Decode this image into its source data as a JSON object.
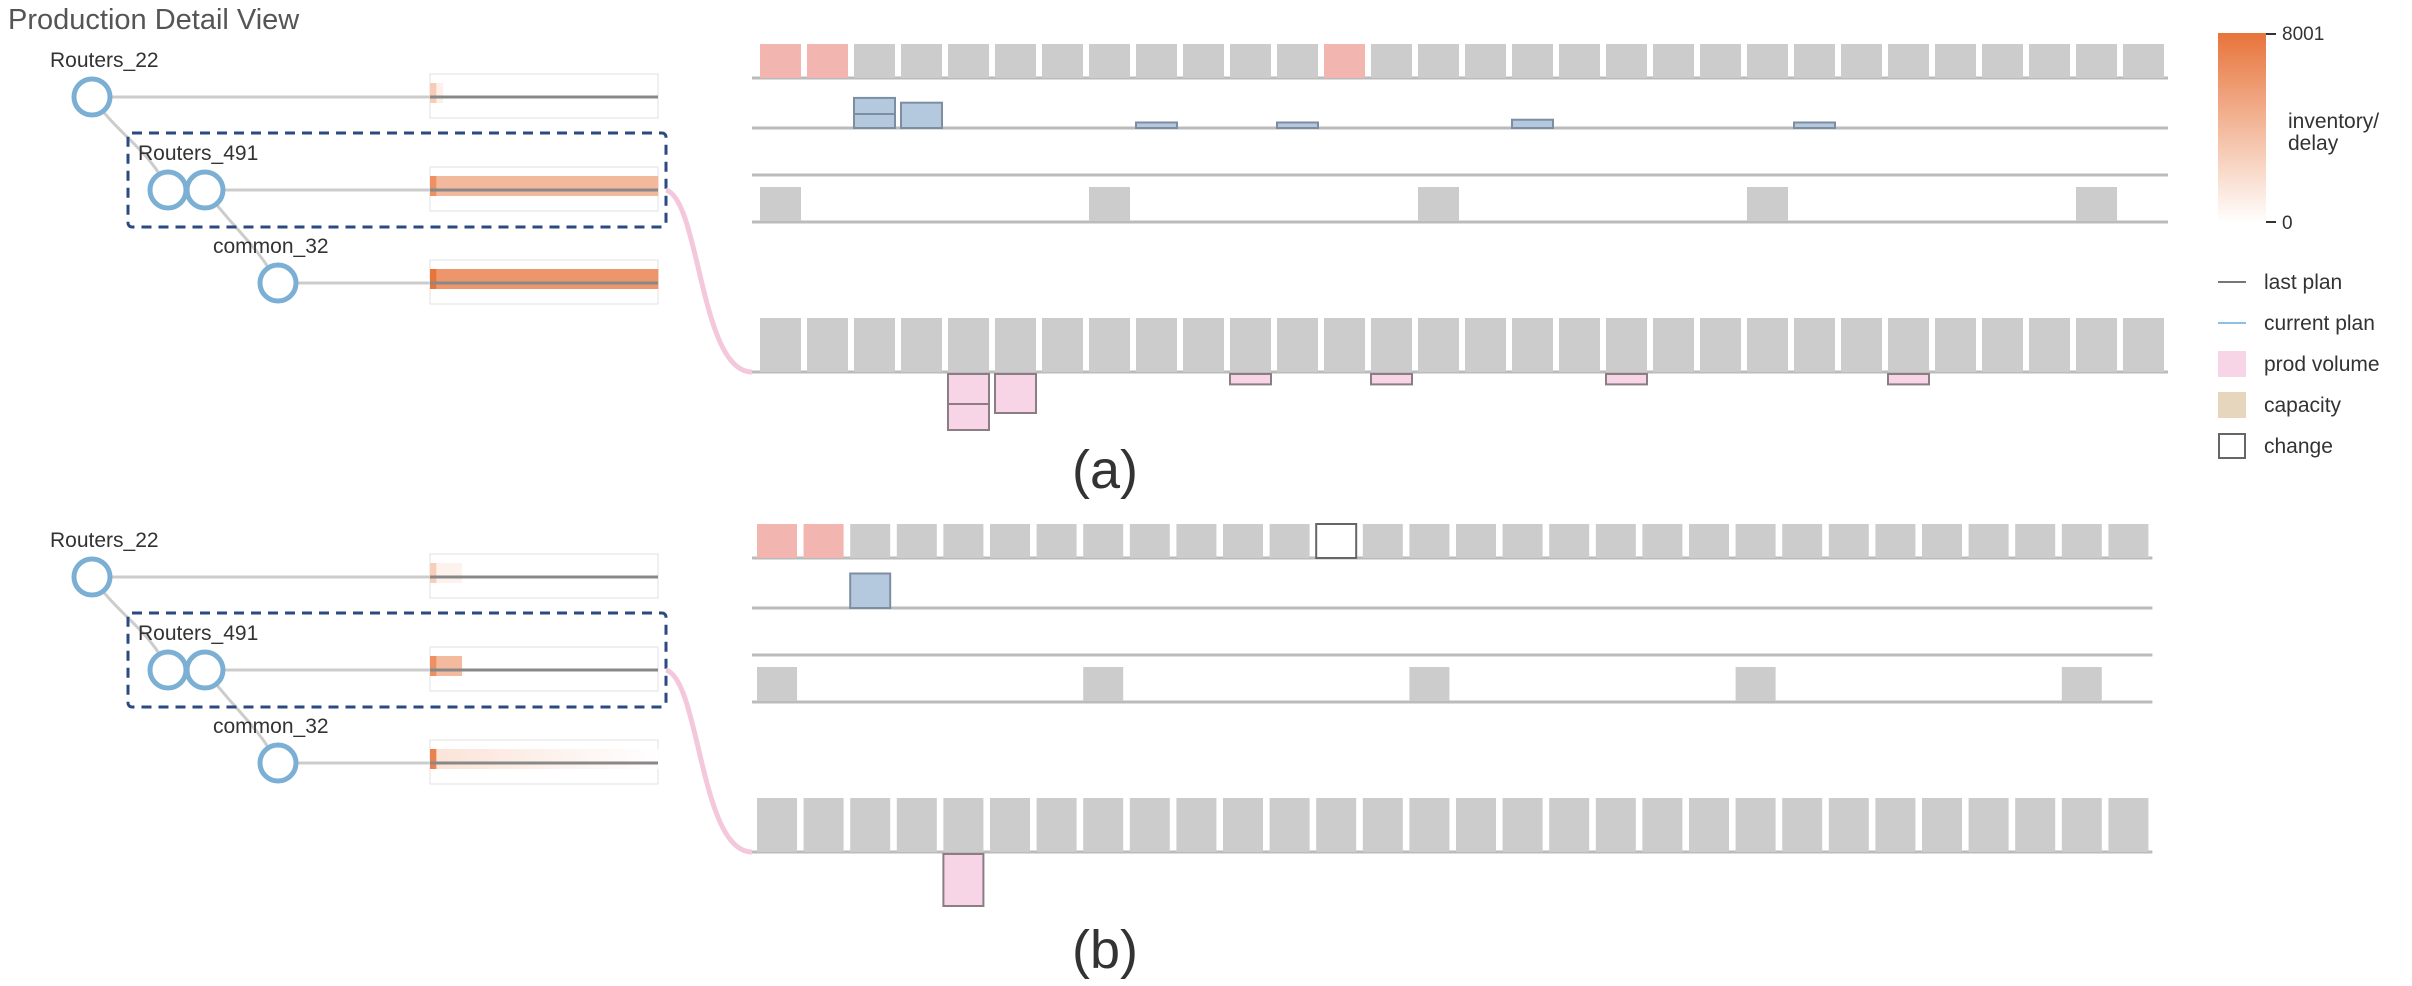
{
  "title": "Production Detail View",
  "panels": [
    {
      "id": "a",
      "caption": "(a)",
      "tree_nodes": [
        {
          "label": "Routers_22",
          "circles": 1
        },
        {
          "label": "Routers_491",
          "circles": 2,
          "selected": true
        },
        {
          "label": "common_32",
          "circles": 1
        }
      ],
      "heat_rows": [
        {
          "fill": 0.06,
          "intensity": 0.12
        },
        {
          "fill": 1.0,
          "intensity": 0.55
        },
        {
          "fill": 1.0,
          "intensity": 0.82
        }
      ],
      "top_row_highlight": [
        0,
        1,
        12
      ],
      "changed_cells": [],
      "blue_marks": [
        {
          "slot": 2,
          "level": 0.55
        },
        {
          "slot": 2,
          "level": 0.35,
          "offset": -1
        },
        {
          "slot": 3,
          "level": 0.55
        },
        {
          "slot": 8,
          "level": 0.12
        },
        {
          "slot": 11,
          "level": 0.12
        },
        {
          "slot": 16,
          "level": 0.18
        },
        {
          "slot": 22,
          "level": 0.12
        }
      ],
      "capacity_slots": [
        0,
        7,
        14,
        21,
        28
      ],
      "prod_marks": [
        {
          "slot": 4,
          "level": 0.6
        },
        {
          "slot": 4,
          "level": 0.5,
          "offset": 1
        },
        {
          "slot": 5,
          "level": 0.75
        },
        {
          "slot": 10,
          "level": 0.2
        },
        {
          "slot": 13,
          "level": 0.2
        },
        {
          "slot": 18,
          "level": 0.2
        },
        {
          "slot": 24,
          "level": 0.2
        }
      ]
    },
    {
      "id": "b",
      "caption": "(b)",
      "tree_nodes": [
        {
          "label": "Routers_22",
          "circles": 1
        },
        {
          "label": "Routers_491",
          "circles": 2,
          "selected": true
        },
        {
          "label": "common_32",
          "circles": 1
        }
      ],
      "heat_rows": [
        {
          "fill": 0.14,
          "intensity": 0.1
        },
        {
          "fill": 0.14,
          "intensity": 0.55
        },
        {
          "fill": 1.0,
          "intensity": 0.2
        }
      ],
      "top_row_highlight": [
        0,
        1
      ],
      "changed_cells": [
        12
      ],
      "blue_marks": [
        {
          "slot": 2,
          "level": 0.75
        }
      ],
      "capacity_slots": [
        0,
        7,
        14,
        21,
        28
      ],
      "prod_marks": [
        {
          "slot": 4,
          "level": 1.0
        }
      ]
    }
  ],
  "legend": {
    "max_label": "8001",
    "min_label": "0",
    "title": "inventory/ delay",
    "items": [
      {
        "label": "last plan",
        "kind": "line-dark"
      },
      {
        "label": "current plan",
        "kind": "line-blue"
      },
      {
        "label": "prod volume",
        "kind": "box-pink"
      },
      {
        "label": "capacity",
        "kind": "box-tan"
      },
      {
        "label": "change",
        "kind": "box-outline"
      }
    ]
  },
  "colors": {
    "node": "#7bafd4",
    "cell": "#cccccc",
    "highlight": "#f2b5b0",
    "heat": "#e8743b",
    "blue_box": "#b5c9de",
    "pink": "#f7d4e6",
    "capacity": "#e6d6bd",
    "selection": "#2b4a80",
    "link": "#f4c8dc"
  }
}
